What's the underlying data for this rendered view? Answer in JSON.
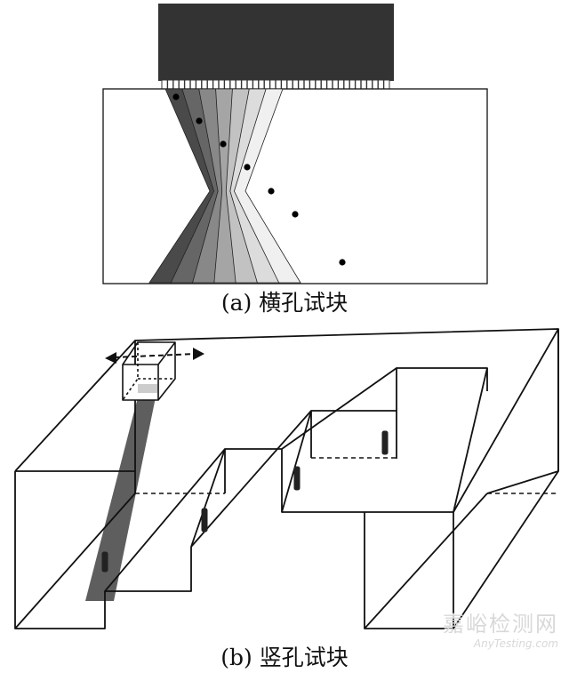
{
  "panel_a": {
    "caption": "(a) 横孔试块",
    "probe_element_count": 40,
    "side_drilled_holes": 7,
    "beam_tones": [
      "#4a4a4a",
      "#666666",
      "#888888",
      "#a5a5a5",
      "#c2c2c2",
      "#dcdcdc",
      "#f0f0f0"
    ]
  },
  "panel_b": {
    "caption": "(b) 竖孔试块",
    "vertical_holes": 4
  },
  "watermark": {
    "name": "嘉峪检测网",
    "site": "AnyTesting.com"
  },
  "colors": {
    "probe": "#333333",
    "line": "#111111",
    "beam_b": "#555555",
    "dot": "#000000"
  }
}
